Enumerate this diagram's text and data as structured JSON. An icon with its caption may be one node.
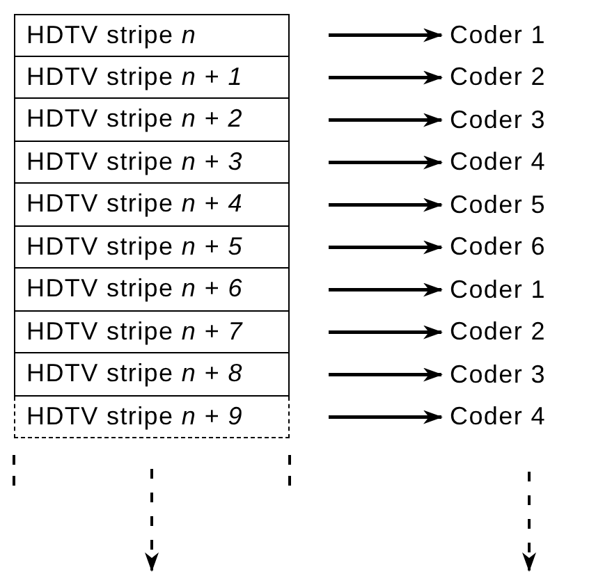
{
  "diagram": {
    "nodes": [
      {
        "text": [
          "HDTV stripe *n*"
        ]
      },
      {
        "text": [
          "HDTV stripe *n* + *1*"
        ]
      },
      {
        "text": [
          "HDTV stripe *n* + *2*"
        ]
      },
      {
        "text": [
          "HDTV stripe *n* + *3*"
        ]
      },
      {
        "text": [
          "HDTV stripe *n* + *4*"
        ]
      },
      {
        "text": [
          "HDTV stripe *n* + *5*"
        ]
      },
      {
        "text": [
          "HDTV stripe *n* + *6*"
        ]
      },
      {
        "text": [
          "HDTV stripe *n* + *7*"
        ]
      },
      {
        "text": [
          "HDTV stripe *n* + *8*"
        ]
      },
      {
        "text": [
          "HDTV stripe *n* + *9*"
        ]
      },
      {
        "text": [
          "Coder 1"
        ]
      },
      {
        "text": [
          "Coder 2"
        ]
      },
      {
        "text": [
          "Coder 3"
        ]
      },
      {
        "text": [
          "Coder 4"
        ]
      },
      {
        "text": [
          "Coder 5"
        ]
      },
      {
        "text": [
          "Coder 6"
        ]
      },
      {
        "text": [
          "Coder 1"
        ]
      },
      {
        "text": [
          "Coder 2"
        ]
      },
      {
        "text": [
          "Coder 3"
        ]
      },
      {
        "text": [
          "Coder 4"
        ]
      }
    ],
    "edges": [
      {
        "from": 0,
        "to": 10,
        "arrow": "to"
      },
      {
        "from": 1,
        "to": 11,
        "arrow": "to"
      },
      {
        "from": 2,
        "to": 12,
        "arrow": "to"
      },
      {
        "from": 3,
        "to": 13,
        "arrow": "to"
      },
      {
        "from": 4,
        "to": 14,
        "arrow": "to"
      },
      {
        "from": 5,
        "to": 15,
        "arrow": "to"
      },
      {
        "from": 6,
        "to": 16,
        "arrow": "to"
      },
      {
        "from": 7,
        "to": 17,
        "arrow": "to"
      },
      {
        "from": 8,
        "to": 18,
        "arrow": "to"
      },
      {
        "from": 9,
        "to": 19,
        "arrow": "to"
      },
      {
        "from": 9,
        "to": null,
        "arrow": "to",
        "style": "dashed"
      },
      {
        "from": 19,
        "to": null,
        "arrow": "to",
        "style": "dashed"
      }
    ]
  }
}
